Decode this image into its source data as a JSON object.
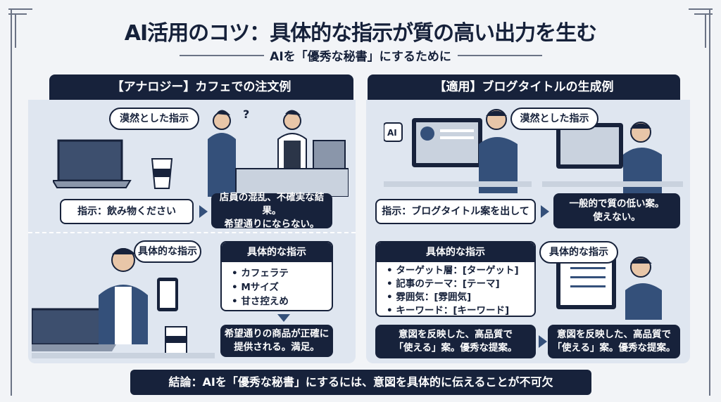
{
  "title": "AI活用のコツ：具体的な指示が質の高い出力を生む",
  "subtitle": "AIを「優秀な秘書」にするために",
  "left": {
    "header": "【アナロジー】カフェでの注文例",
    "vague_bubble": "漠然とした指示",
    "vague_instruction": "指示：飲み物ください",
    "vague_result": [
      "店員の混乱、不確実な結果。",
      "希望通りにならない。"
    ],
    "specific_bubble": "具体的な指示",
    "specific_box_title": "具体的な指示",
    "specific_items": [
      "カフェラテ",
      "Mサイズ",
      "甘さ控えめ"
    ],
    "specific_result": [
      "希望通りの商品が正確に",
      "提供される。満足。"
    ]
  },
  "right": {
    "header": "【適用】ブログタイトルの生成例",
    "vague_bubble": "漠然とした指示",
    "vague_instruction": "指示：ブログタイトル案を出して",
    "vague_result": [
      "一般的で質の低い案。",
      "使えない。"
    ],
    "specific_bubble": "具体的な指示",
    "specific_box_title": "具体的な指示",
    "specific_items": [
      "ターゲット層：[ターゲット]",
      "記事のテーマ：[テーマ]",
      "雰囲気：[雰囲気]",
      "キーワード：[キーワード]"
    ],
    "specific_result_left": [
      "意図を反映した、高品質で",
      "「使える」案。優秀な提案。"
    ],
    "specific_result_right": [
      "意図を反映した、高品質で",
      "「使える」案。優秀な提案。"
    ],
    "ai_label": "AI"
  },
  "conclusion": "結論：AIを「優秀な秘書」にするには、意図を具体的に伝えることが不可欠"
}
